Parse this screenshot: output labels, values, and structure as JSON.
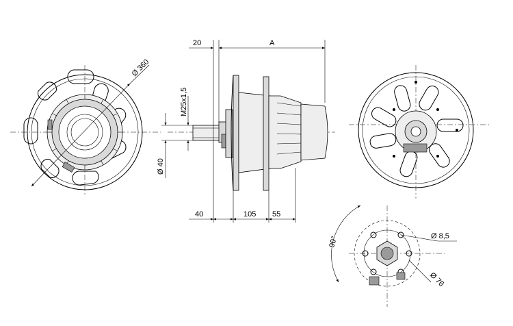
{
  "dimensions": {
    "diameter_360": "Ø 360",
    "width_20": "20",
    "dim_A": "A",
    "thread": "M25x1,5",
    "diameter_40": "Ø 40",
    "len_40": "40",
    "len_105": "105",
    "len_55": "55",
    "angle_90": "90°",
    "hole_8_5": "Ø 8,5",
    "diameter_76": "Ø 76"
  }
}
